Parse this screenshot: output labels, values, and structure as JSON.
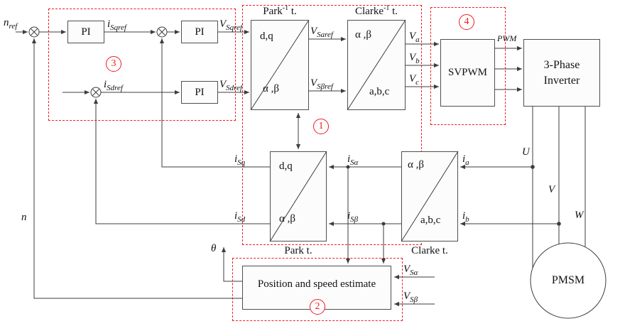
{
  "colors": {
    "red": "#ee1c25",
    "line": "#3d3d3d"
  },
  "blocks": {
    "pi": "PI",
    "svpwm": "SVPWM",
    "inverter_line1": "3-Phase",
    "inverter_line2": "Inverter",
    "pmsm": "PMSM",
    "estimator": "Position and speed estimate",
    "park_inv_title_base": "Park",
    "park_inv_title_sup": "-1",
    "park_inv_title_suffix": " t.",
    "clarke_inv_title_base": "Clarke",
    "clarke_inv_title_sup": "-1",
    "clarke_inv_title_suffix": " t.",
    "park_caption": "Park t.",
    "clarke_caption": "Clarke t.",
    "dq": "d,q",
    "alphabeta": "α ,β",
    "abc": "a,b,c"
  },
  "signals": {
    "n_ref": {
      "b": "n",
      "s": "ref"
    },
    "i_sqref": {
      "b": "i",
      "s": "Sqref"
    },
    "v_sqref": {
      "b": "V",
      "s": "Sqref"
    },
    "i_sdref": {
      "b": "i",
      "s": "Sdref"
    },
    "v_sdref": {
      "b": "V",
      "s": "Sdref"
    },
    "v_saref": {
      "b": "V",
      "s": "Saref"
    },
    "v_sbref": {
      "b": "V",
      "s": "Sβref"
    },
    "v_a": {
      "b": "V",
      "s": "a"
    },
    "v_b": {
      "b": "V",
      "s": "b"
    },
    "v_c": {
      "b": "V",
      "s": "c"
    },
    "pwm": {
      "b": "PWM",
      "s": ""
    },
    "u": {
      "b": "U",
      "s": ""
    },
    "v": {
      "b": "V",
      "s": ""
    },
    "w": {
      "b": "W",
      "s": ""
    },
    "i_a": {
      "b": "i",
      "s": "a"
    },
    "i_b": {
      "b": "i",
      "s": "b"
    },
    "i_salpha": {
      "b": "i",
      "s": "Sα"
    },
    "i_sbeta": {
      "b": "i",
      "s": "Sβ"
    },
    "i_sq": {
      "b": "i",
      "s": "Sq"
    },
    "i_sd": {
      "b": "i",
      "s": "Sd"
    },
    "theta": {
      "b": "θ",
      "s": ""
    },
    "n": {
      "b": "n",
      "s": ""
    },
    "v_salpha": {
      "b": "V",
      "s": "Sα"
    },
    "v_sbeta": {
      "b": "V",
      "s": "Sβ"
    }
  },
  "markers": {
    "m1": "1",
    "m2": "2",
    "m3": "3",
    "m4": "4"
  }
}
